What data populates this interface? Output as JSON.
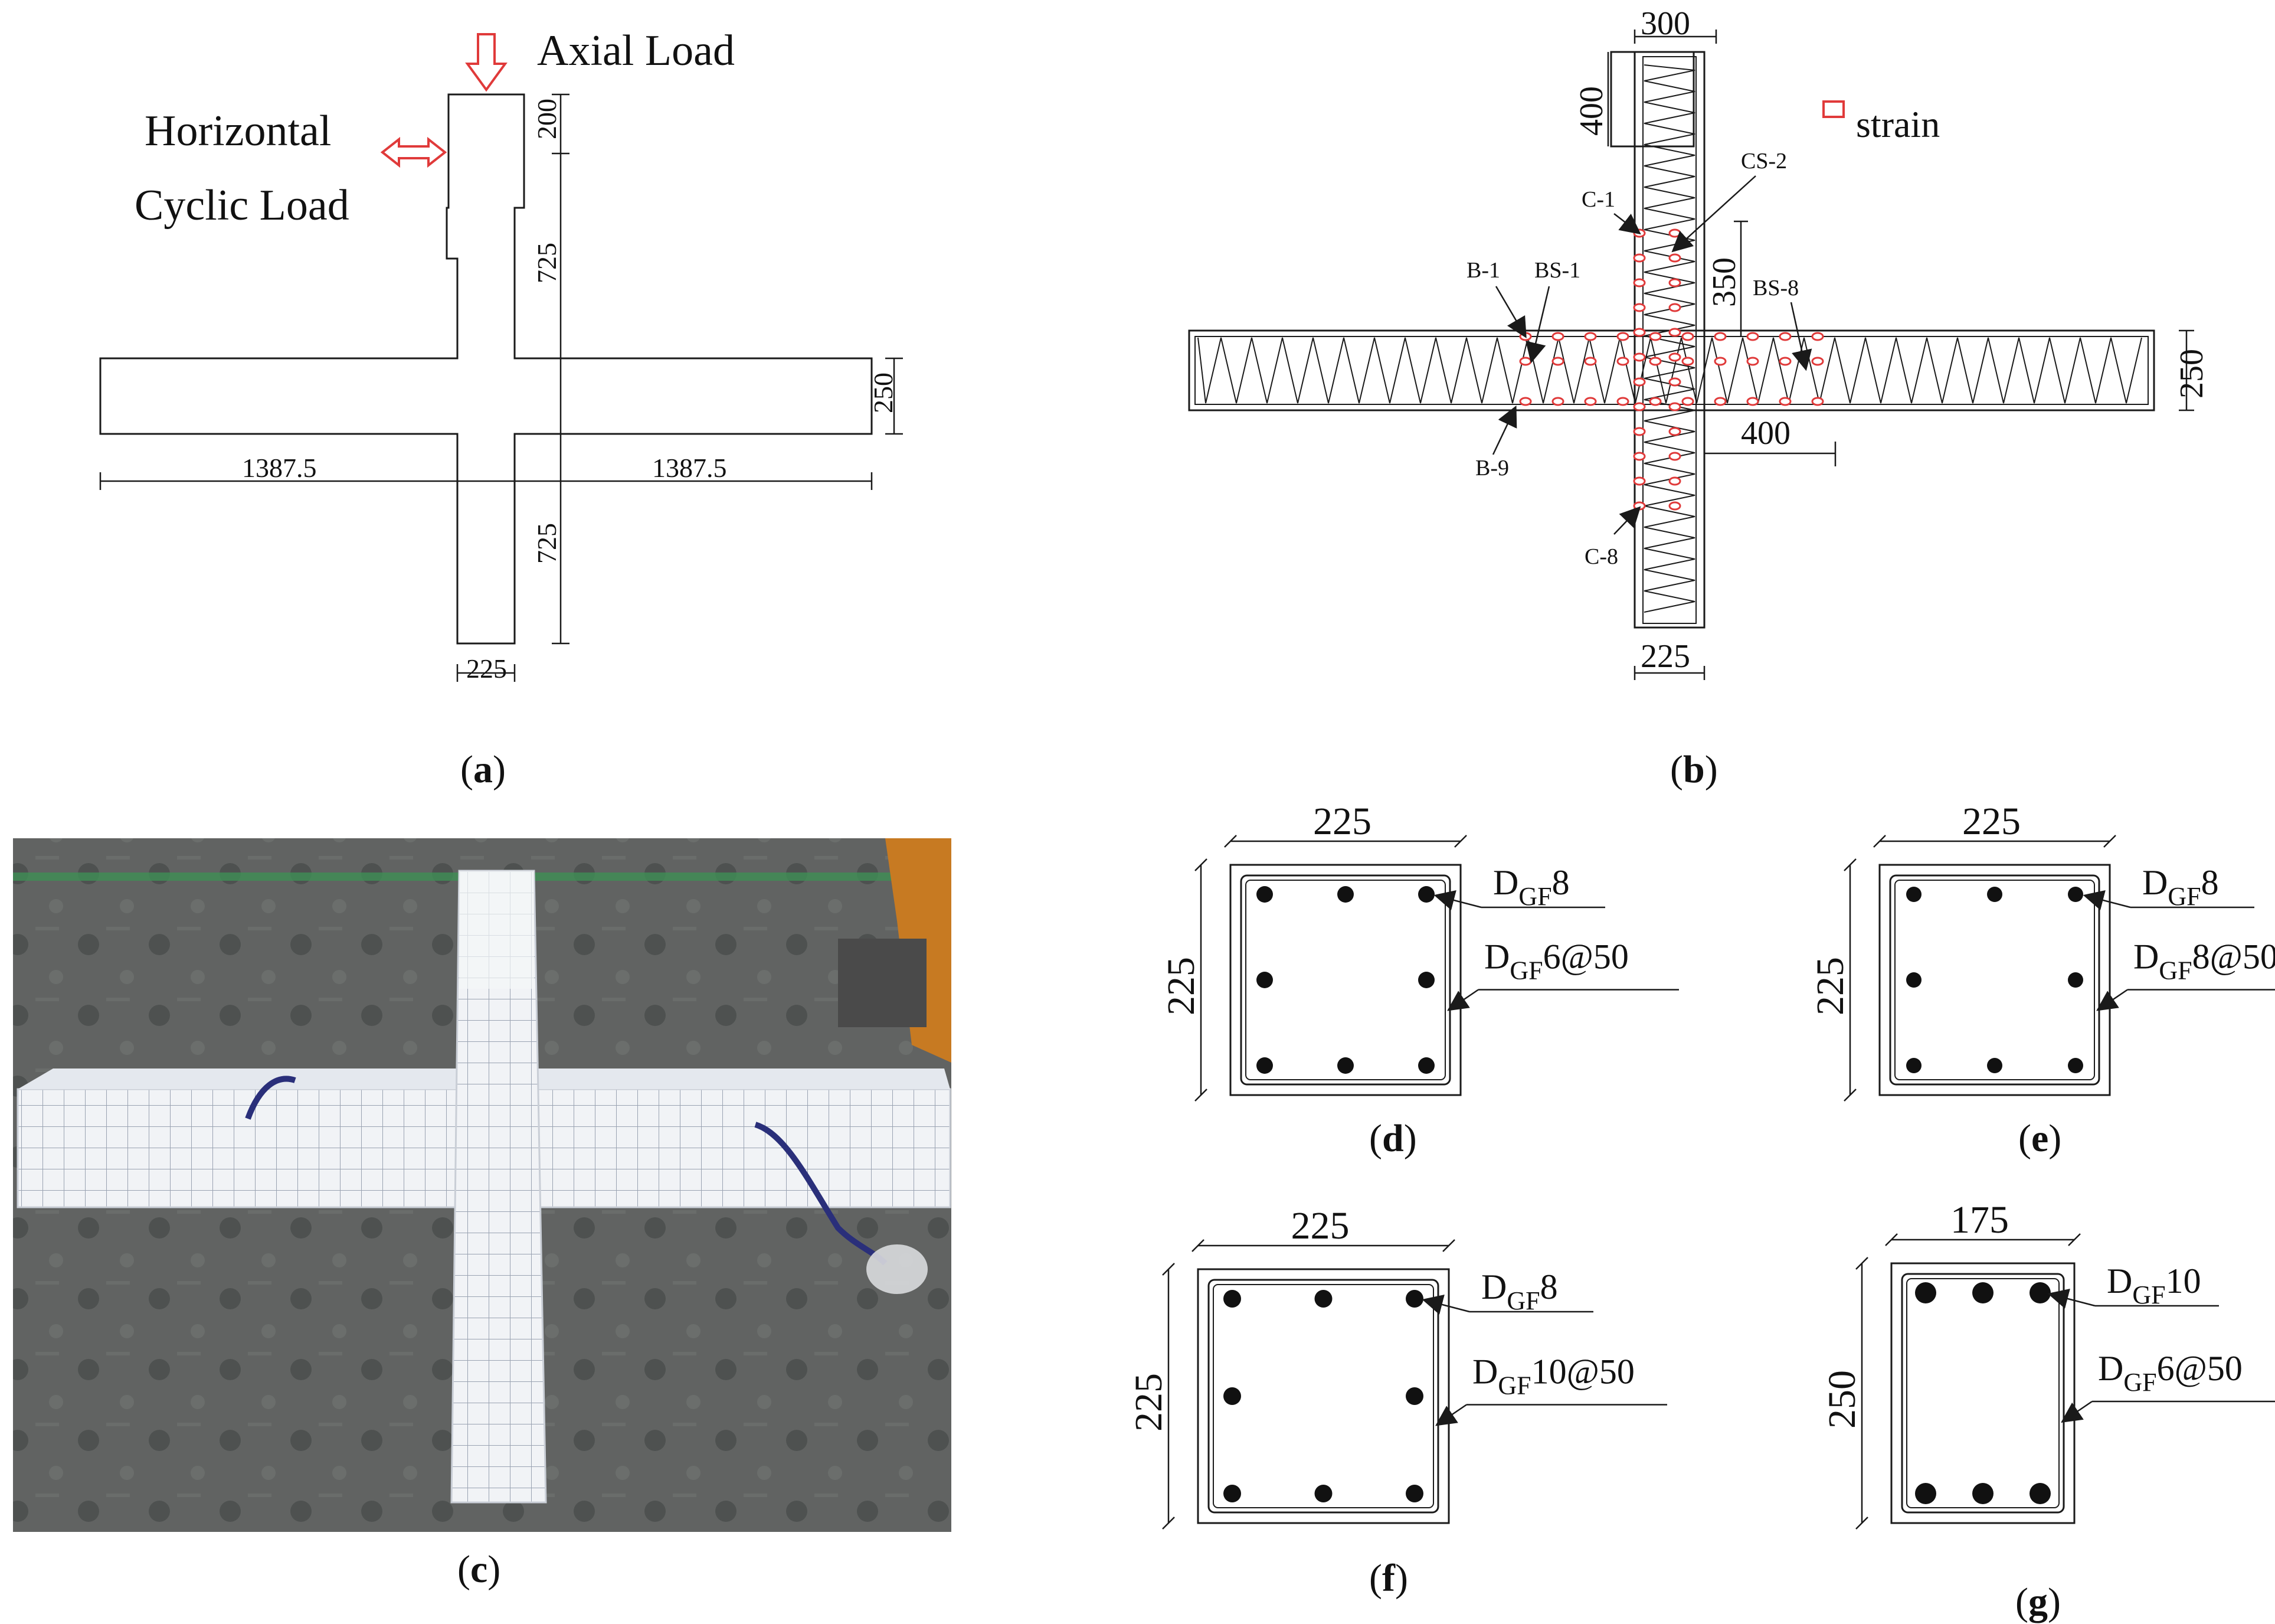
{
  "colors": {
    "line": "#1a1a1a",
    "arrow_red": "#e03a3a",
    "gauge_red": "#e03a3a",
    "floor": "#5b5e5c",
    "specimen": "#f3f5f7"
  },
  "panel_a": {
    "caption_open": "(",
    "caption_letter": "a",
    "caption_close": ")",
    "axial_label": "Axial Load",
    "horizontal_label_1": "Horizontal",
    "horizontal_label_2": "Cyclic Load",
    "dims": {
      "top_200": "200",
      "upper_725": "725",
      "beam_250": "250",
      "left_1387": "1387.5",
      "right_1387": "1387.5",
      "lower_725": "725",
      "bottom_225": "225"
    }
  },
  "panel_b": {
    "caption_open": "(",
    "caption_letter": "b",
    "caption_close": ")",
    "legend_label": "strain",
    "dims": {
      "top_300": "300",
      "head_400": "400",
      "gap_350": "350",
      "beam_250": "250",
      "right_400": "400",
      "bottom_225": "225"
    },
    "gauges": {
      "c1": "C-1",
      "cs2": "CS-2",
      "b1": "B-1",
      "bs1": "BS-1",
      "bs8": "BS-8",
      "b9": "B-9",
      "c8": "C-8"
    }
  },
  "panel_c": {
    "caption_open": "(",
    "caption_letter": "c",
    "caption_close": ")"
  },
  "panel_d": {
    "caption_open": "(",
    "caption_letter": "d",
    "caption_close": ")",
    "width_dim": "225",
    "height_dim": "225",
    "long_bar": {
      "prefix": "D",
      "sub": "GF",
      "suffix": "8"
    },
    "stirrup": {
      "prefix": "D",
      "sub": "GF",
      "suffix": "6@50"
    }
  },
  "panel_e": {
    "caption_open": "(",
    "caption_letter": "e",
    "caption_close": ")",
    "width_dim": "225",
    "height_dim": "225",
    "long_bar": {
      "prefix": "D",
      "sub": "GF",
      "suffix": "8"
    },
    "stirrup": {
      "prefix": "D",
      "sub": "GF",
      "suffix": "8@50"
    }
  },
  "panel_f": {
    "caption_open": "(",
    "caption_letter": "f",
    "caption_close": ")",
    "width_dim": "225",
    "height_dim": "225",
    "long_bar": {
      "prefix": "D",
      "sub": "GF",
      "suffix": "8"
    },
    "stirrup": {
      "prefix": "D",
      "sub": "GF",
      "suffix": "10@50"
    }
  },
  "panel_g": {
    "caption_open": "(",
    "caption_letter": "g",
    "caption_close": ")",
    "width_dim": "175",
    "height_dim": "250",
    "long_bar": {
      "prefix": "D",
      "sub": "GF",
      "suffix": "10"
    },
    "stirrup": {
      "prefix": "D",
      "sub": "GF",
      "suffix": "6@50"
    }
  }
}
